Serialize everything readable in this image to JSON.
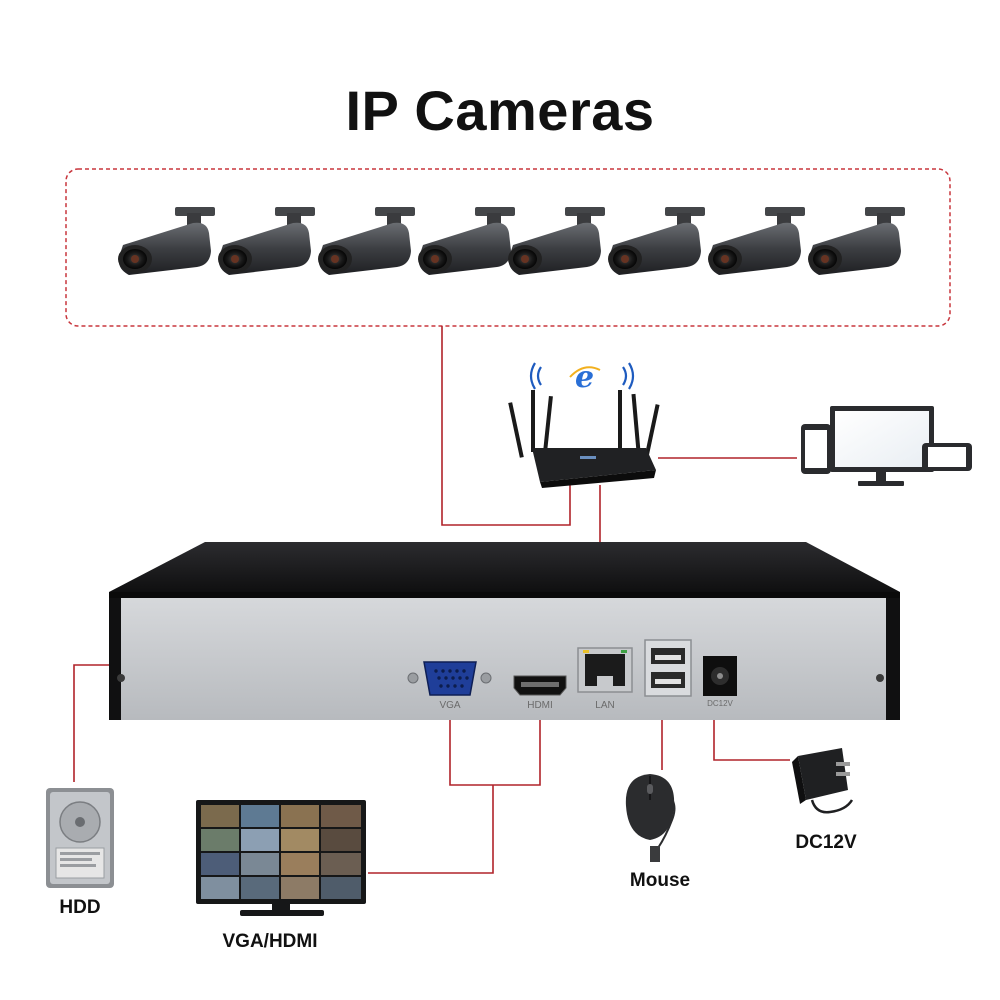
{
  "title": "IP Cameras",
  "labels": {
    "hdd": "HDD",
    "display": "VGA/HDMI",
    "mouse": "Mouse",
    "power": "DC12V"
  },
  "port_labels": {
    "vga": "VGA",
    "hdmi": "HDMI",
    "lan": "LAN",
    "dc": "DC12V"
  },
  "cameras": {
    "count": 8
  },
  "colors": {
    "connection_line": "#b0232a",
    "camera_box_border": "#c8363d",
    "nvr_panel": "#c9ccd0",
    "nvr_body": "#1c1c1e"
  }
}
